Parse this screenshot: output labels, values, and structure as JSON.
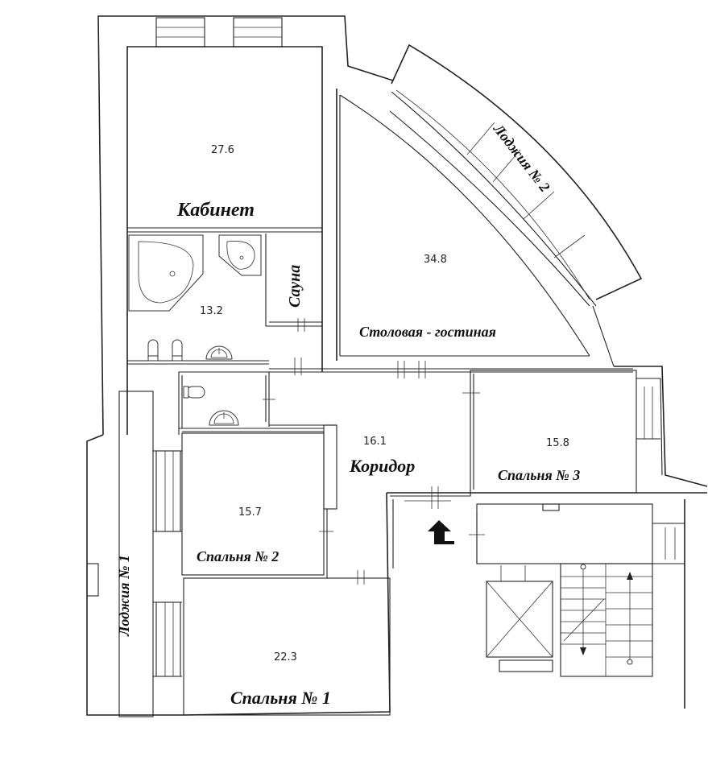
{
  "rooms": {
    "cabinet": {
      "name": "Кабинет",
      "area": "27.6"
    },
    "bathroom": {
      "area": "13.2"
    },
    "sauna": {
      "name": "Сауна"
    },
    "living": {
      "name": "Столовая - гостиная",
      "area": "34.8"
    },
    "corridor": {
      "name": "Коридор",
      "area": "16.1"
    },
    "bedroom3": {
      "name": "Спальня № 3",
      "area": "15.8"
    },
    "bedroom2": {
      "name": "Спальня № 2",
      "area": "15.7"
    },
    "bedroom1": {
      "name": "Спальня № 1",
      "area": "22.3"
    },
    "loggia1": {
      "name": "Лоджия № 1"
    },
    "loggia2": {
      "name": "Лоджия № 2"
    }
  },
  "colors": {
    "ink": "#222222",
    "paper": "#ffffff"
  }
}
